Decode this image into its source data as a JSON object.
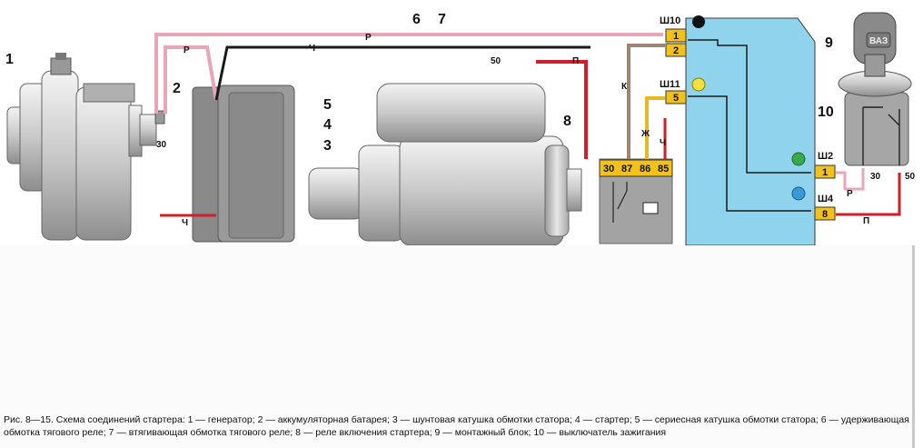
{
  "labels": {
    "n1": "1",
    "n2": "2",
    "n3": "3",
    "n4": "4",
    "n5": "5",
    "n6": "6",
    "n7": "7",
    "n8": "8",
    "n9": "9",
    "n10": "10"
  },
  "connectors": {
    "sh10": "Ш10",
    "sh11": "Ш11",
    "sh2": "Ш2",
    "sh4": "Ш4",
    "p1": "1",
    "p2": "2",
    "p5": "5",
    "p_sh2": "1",
    "p_sh4": "8"
  },
  "terminals": {
    "gen30": "30",
    "starter50": "50",
    "relay": [
      "30",
      "87",
      "86",
      "85"
    ],
    "switch30": "30",
    "switch50": "50"
  },
  "wires": {
    "r_top": "Р",
    "r_gen": "Р",
    "ch_top": "Ч",
    "ch_ground": "Ч",
    "p_starter": "П",
    "k": "К",
    "zh": "Ж",
    "ch_relay": "Ч",
    "r_switch": "Р",
    "p_bottom": "П"
  },
  "switch_badge": "ВАЗ",
  "caption": "Рис. 8—15. Схема соединений стартера: 1 — генератор; 2 — аккумуляторная батарея; 3 — шунтовая катушка обмотки статора; 4 — стартер; 5 — сериесная катушка обмотки статора; 6 — удерживающая обмотка тягового реле; 7 — втягивающая обмотка тягового реле; 8 — реле включения стартера; 9 — монтажный блок; 10 — выключатель зажигания",
  "colors": {
    "wire_pink": "#e8a6b8",
    "wire_red": "#d01f2a",
    "wire_black": "#1a1a1a",
    "wire_brown": "#9a8672",
    "wire_yellow": "#e8b820",
    "block": "#8fd4ec",
    "connector": "#f2c21a"
  }
}
